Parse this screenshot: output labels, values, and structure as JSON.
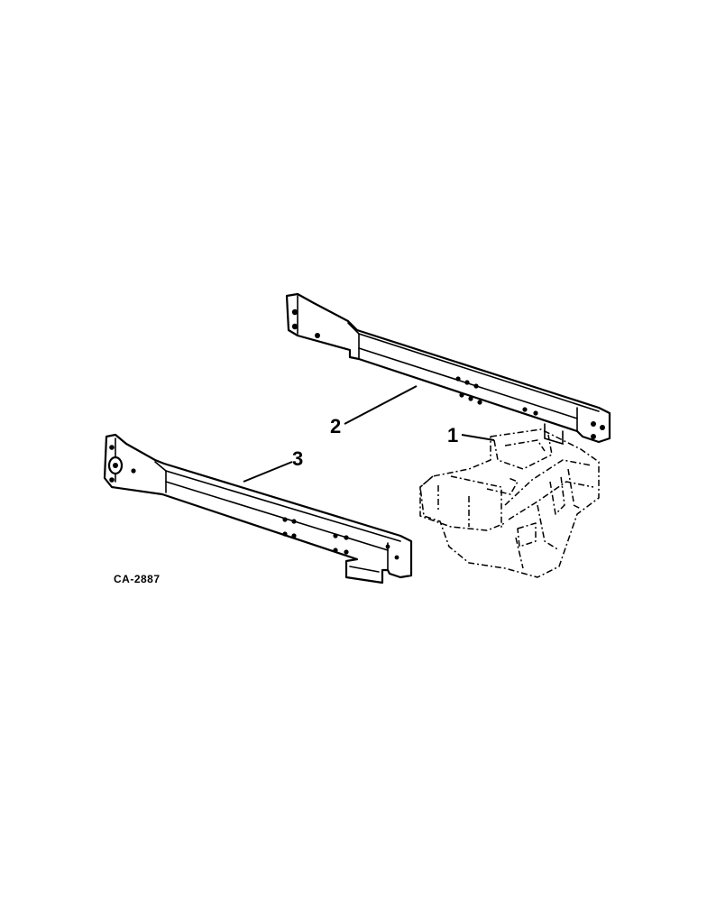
{
  "figure_code": "CA-2887",
  "callouts": {
    "part1": "1",
    "part2": "2",
    "part3": "3"
  }
}
